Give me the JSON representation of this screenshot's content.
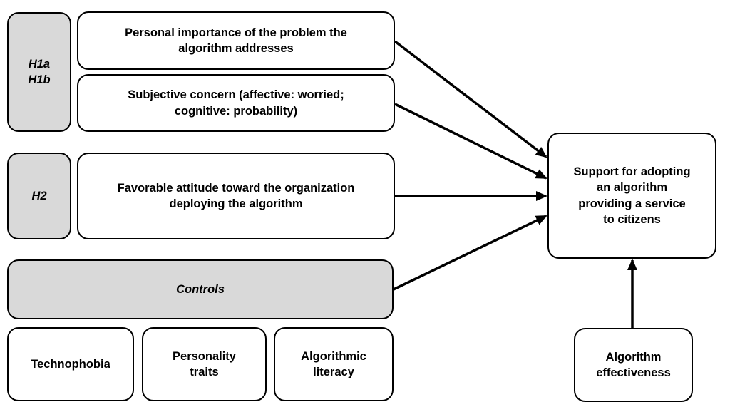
{
  "hypotheses": {
    "h1a": "H1a",
    "h1b": "H1b",
    "h2": "H2"
  },
  "predictors": {
    "importance": [
      "Personal importance of the problem the",
      "algorithm addresses"
    ],
    "concern": [
      "Subjective concern (affective: worried;",
      "cognitive: probability)"
    ],
    "attitude": [
      "Favorable attitude toward the organization",
      "deploying the algorithm"
    ]
  },
  "controls": {
    "label": "Controls",
    "items": [
      [
        "Technophobia"
      ],
      [
        "Personality",
        "traits"
      ],
      [
        "Algorithmic",
        "literacy"
      ]
    ]
  },
  "outcome": {
    "lines": [
      "Support for adopting",
      "an algorithm",
      "providing a service",
      "to citizens"
    ]
  },
  "moderator": {
    "lines": [
      "Algorithm",
      "effectiveness"
    ]
  }
}
